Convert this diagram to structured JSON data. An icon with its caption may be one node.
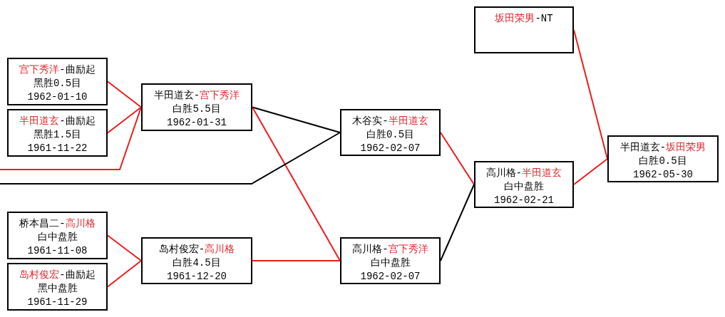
{
  "diagram": {
    "nodes": [
      {
        "text": [
          "**宫下秀洋**-曲励起",
          "黑胜0.5目",
          "1962-01-10"
        ]
      },
      {
        "text": [
          "**半田道玄**-曲励起",
          "黑胜1.5目",
          "1961-11-22"
        ]
      },
      {
        "text": [
          "半田道玄-**宫下秀洋**",
          "白胜5.5目",
          "1962-01-31"
        ]
      },
      {
        "text": [
          "桥本昌二-**高川格**",
          "白中盘胜",
          "1961-11-08"
        ]
      },
      {
        "text": [
          "**岛村俊宏**-曲励起",
          "黑中盘胜",
          "1961-11-29"
        ]
      },
      {
        "text": [
          "岛村俊宏-**高川格**",
          "白胜4.5目",
          "1961-12-20"
        ]
      },
      {
        "text": [
          "木谷实-**半田道玄**",
          "白胜0.5目",
          "1962-02-07"
        ]
      },
      {
        "text": [
          "高川格-**宫下秀洋**",
          "白中盘胜",
          "1962-02-07"
        ]
      },
      {
        "text": [
          "高川格-**半田道玄**",
          "白中盘胜",
          "1962-02-21"
        ]
      },
      {
        "text": [
          "**坂田荣男**-NT"
        ]
      },
      {
        "text": [
          "半田道玄-**坂田荣男**",
          "白胜0.5目",
          "1962-05-30"
        ]
      }
    ],
    "edges": [
      {
        "from": 0,
        "to": 2,
        "arrow": "none"
      },
      {
        "from": 1,
        "to": 2,
        "arrow": "none"
      },
      {
        "from": null,
        "to": 2,
        "arrow": "none"
      },
      {
        "from": 2,
        "to": 6,
        "arrow": "none",
        "color": "#000000"
      },
      {
        "from": 2,
        "to": 7,
        "arrow": "none"
      },
      {
        "from": null,
        "to": 6,
        "arrow": "none",
        "color": "#000000"
      },
      {
        "from": 3,
        "to": 5,
        "arrow": "none"
      },
      {
        "from": 4,
        "to": 5,
        "arrow": "none"
      },
      {
        "from": 5,
        "to": 7,
        "arrow": "none"
      },
      {
        "from": 6,
        "to": 8,
        "arrow": "none"
      },
      {
        "from": 7,
        "to": 8,
        "arrow": "none",
        "color": "#000000"
      },
      {
        "from": 8,
        "to": 10,
        "arrow": "none"
      },
      {
        "from": 9,
        "to": 10,
        "arrow": "none"
      }
    ]
  }
}
